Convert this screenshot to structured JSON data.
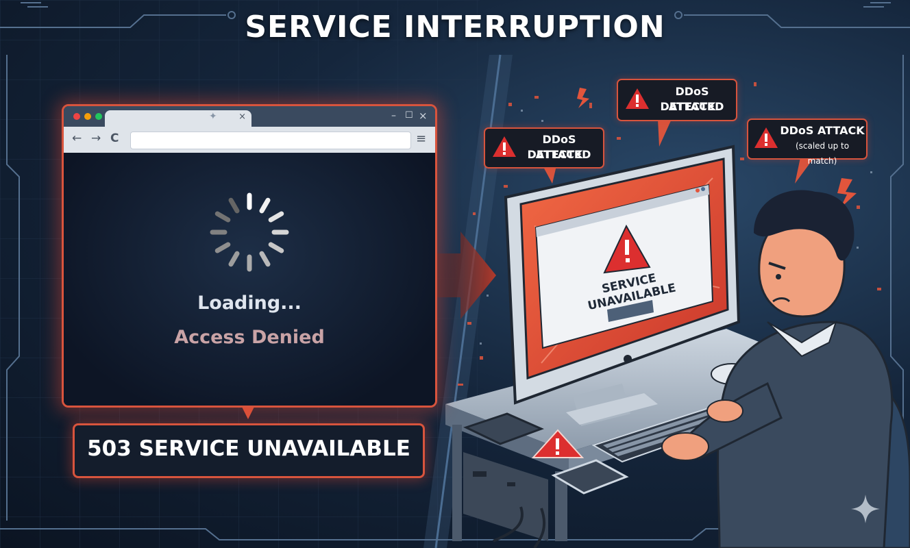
{
  "title": "SERVICE INTERRUPTION",
  "browser": {
    "close_glyph": "×",
    "back_glyph": "←",
    "forward_glyph": "→",
    "reload_glyph": "C",
    "menu_glyph": "≡",
    "address_value": "",
    "loading_text": "Loading...",
    "status_text": "Access Denied"
  },
  "error_label": "503 SERVICE UNAVAILABLE",
  "alerts": [
    {
      "line1": "DDoS ATTACK",
      "line2": "DETECTED"
    },
    {
      "line1": "DDoS ATTACK",
      "line2": "DETECTED"
    },
    {
      "line1": "DDoS ATTACK",
      "line2": "(scaled up to match)"
    }
  ],
  "monitor_screen": {
    "title": "SERVICE UNAVAILABLE"
  },
  "colors": {
    "accent_red": "#d8543d",
    "background": "#0d1626",
    "warning": "#dc2f2f"
  },
  "icons": [
    "spinner-icon",
    "warning-icon",
    "arrow-right-icon",
    "sparkle-icon"
  ]
}
